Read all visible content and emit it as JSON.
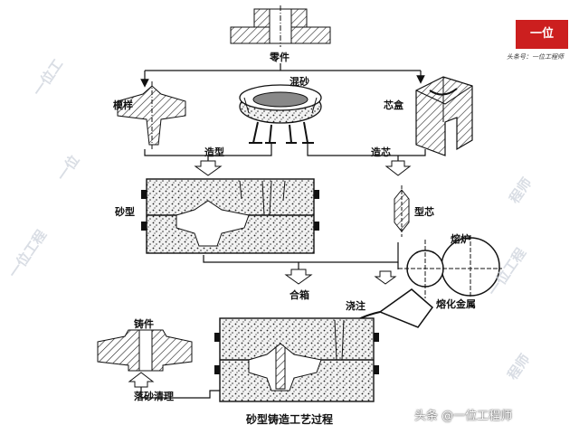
{
  "labels": {
    "part": "零件",
    "pattern": "模样",
    "sand_mixing": "混砂",
    "core_box": "芯盒",
    "molding": "造型",
    "core_making": "造芯",
    "sand_mold": "砂型",
    "core": "型芯",
    "furnace": "熔炉",
    "mold_closing": "合箱",
    "pouring": "浇注",
    "molten_metal": "熔化金属",
    "casting": "铸件",
    "shakeout": "落砂清理"
  },
  "title": "砂型铸造工艺过程",
  "watermark": [
    "一位工",
    "一位",
    "一位工程",
    "程师",
    "一位工程",
    "程师"
  ],
  "brand": {
    "logo_text": "一位",
    "subtitle": "头条号：一位工程师"
  },
  "footer_text": "头条 @一位工程师",
  "colors": {
    "ink": "#111111",
    "brand_red": "#cc1f1f",
    "watermark": "#c9d0da"
  }
}
